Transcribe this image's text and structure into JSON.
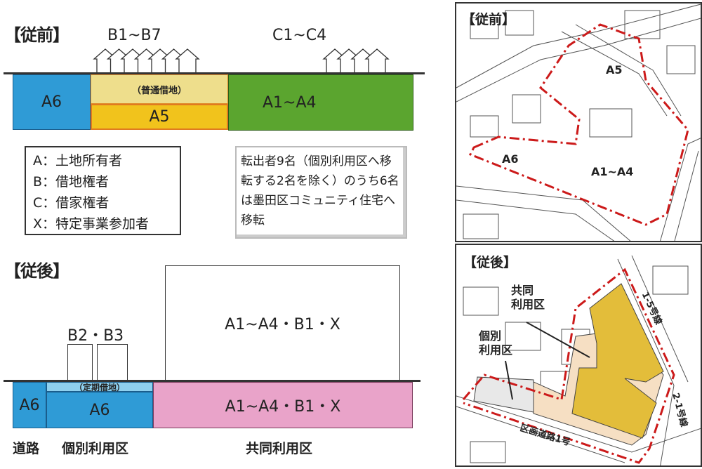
{
  "before": {
    "heading": "【従前】",
    "b_label": "B1~B7",
    "c_label": "C1~C4",
    "a6": "A6",
    "lease": "（普通借地）",
    "a5": "A5",
    "a1a4": "A1~A4",
    "legend": [
      "A：土地所有者",
      "B：借地権者",
      "C：借家権者",
      "X：特定事業参加者"
    ],
    "note": "転出者9名（個別利用区へ移転する2名を除く）のうち6名は墨田区コミュニティ住宅へ移転"
  },
  "after": {
    "heading": "【従後】",
    "building_label": "A1~A4・B1・X",
    "b_label": "B2・B3",
    "lease": "（定期借地）",
    "a6_road": "A6",
    "a6": "A6",
    "shared_label": "A1~A4・B1・X",
    "zones": [
      "道路",
      "個別利用区",
      "共同利用区"
    ]
  },
  "map_before": {
    "heading": "【従前】",
    "a5": "A5",
    "a6": "A6",
    "a1a4": "A1~A4"
  },
  "map_after": {
    "heading": "【従後】",
    "shared": "共同\n利用区",
    "individual": "個別\n利用区",
    "road1": "1-5号線",
    "road2": "2-1号線",
    "road3": "区画道路1号"
  },
  "colors": {
    "blue": "#2f9bd6",
    "light_yellow": "#eede8c",
    "yellow": "#f1c31c",
    "green": "#5ba52f",
    "pink": "#e9a3c9",
    "light_blue": "#8fd0ee",
    "map_yellow": "#e3bd3a",
    "map_beige": "#f6dfc3",
    "boundary": "#cc1a1a"
  }
}
